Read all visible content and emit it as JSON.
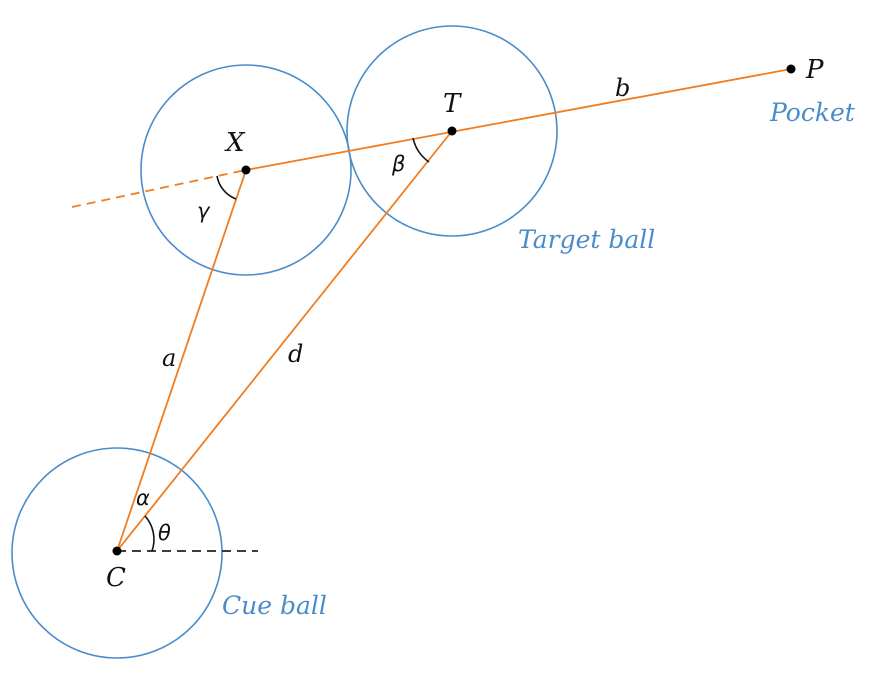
{
  "points": {
    "X": "X",
    "T": "T",
    "P": "P",
    "C": "C"
  },
  "segments": {
    "a": "a",
    "b": "b",
    "d": "d"
  },
  "angles": {
    "gamma": "γ",
    "beta": "β",
    "alpha": "α",
    "theta": "θ"
  },
  "labels": {
    "pocket": "Pocket",
    "target_ball": "Target ball",
    "cue_ball": "Cue ball"
  },
  "colors": {
    "ball_outline": "#4a8cca",
    "lines": "#ef7d22",
    "text": "#111111"
  }
}
